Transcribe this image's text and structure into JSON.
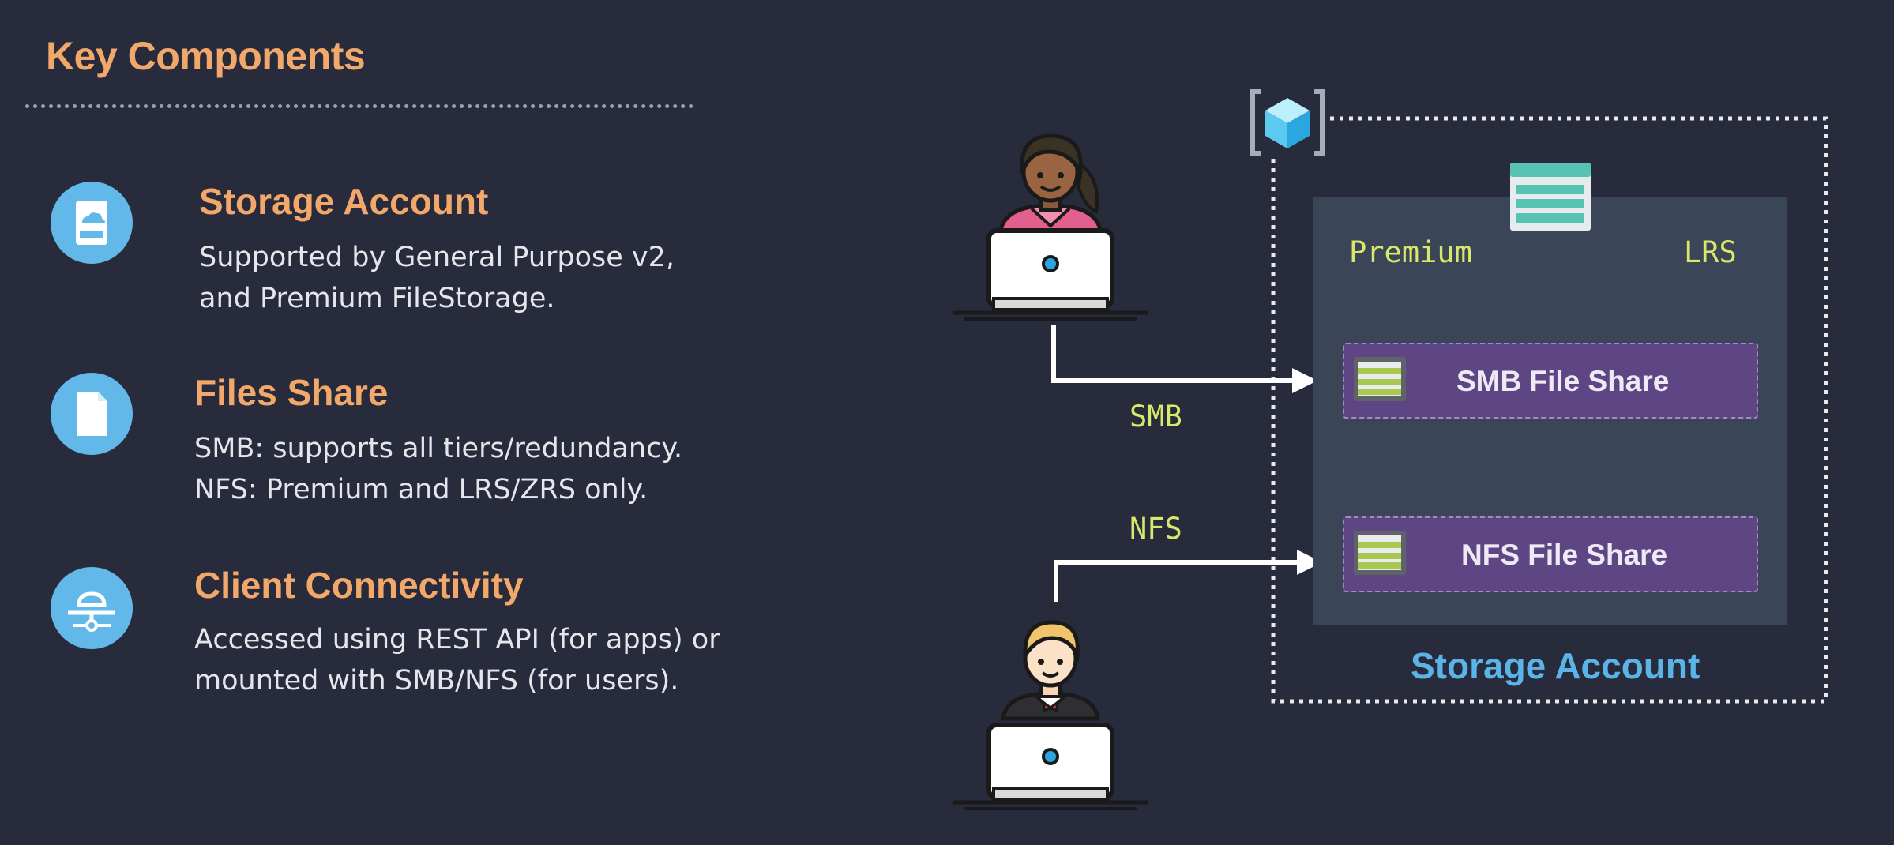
{
  "title": "Key Components",
  "components": [
    {
      "title": "Storage Account",
      "lines": [
        "Supported by General Purpose v2,",
        "and Premium FileStorage."
      ],
      "icon": "storage-account-icon"
    },
    {
      "title": "Files Share",
      "lines": [
        "SMB: supports all tiers/redundancy.",
        "NFS: Premium and LRS/ZRS only."
      ],
      "icon": "file-icon"
    },
    {
      "title": "Client Connectivity",
      "lines": [
        "Accessed using REST API (for apps) or",
        "mounted with SMB/NFS (for users)."
      ],
      "icon": "network-icon"
    }
  ],
  "diagram": {
    "tier_label": "Premium",
    "redundancy_label": "LRS",
    "smb_protocol": "SMB",
    "nfs_protocol": "NFS",
    "smb_share": "SMB File Share",
    "nfs_share": "NFS File Share",
    "account_label": "Storage Account"
  },
  "colors": {
    "background": "#282b3b",
    "accent_orange": "#f2a86a",
    "icon_blue": "#63b8ea",
    "protocol_green": "#d8e86a",
    "share_purple": "#5d4683",
    "account_blue": "#5ab4e8",
    "panel": "#3a4558"
  }
}
